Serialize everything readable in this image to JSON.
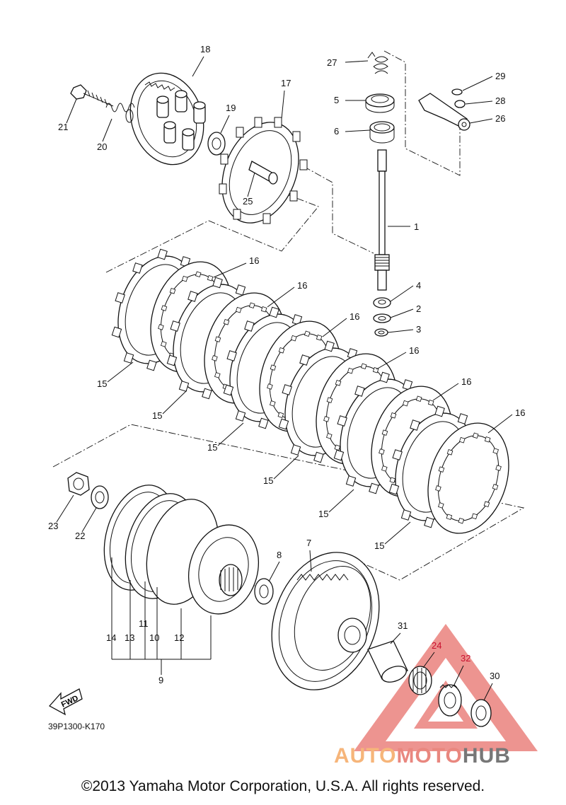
{
  "diagram": {
    "callouts": [
      {
        "id": "1",
        "text": "1"
      },
      {
        "id": "2",
        "text": "2"
      },
      {
        "id": "3",
        "text": "3"
      },
      {
        "id": "4",
        "text": "4"
      },
      {
        "id": "5",
        "text": "5"
      },
      {
        "id": "6",
        "text": "6"
      },
      {
        "id": "7",
        "text": "7"
      },
      {
        "id": "8",
        "text": "8"
      },
      {
        "id": "9",
        "text": "9"
      },
      {
        "id": "10",
        "text": "10"
      },
      {
        "id": "11",
        "text": "11"
      },
      {
        "id": "12",
        "text": "12"
      },
      {
        "id": "13",
        "text": "13"
      },
      {
        "id": "14",
        "text": "14"
      },
      {
        "id": "15",
        "text": "15"
      },
      {
        "id": "16",
        "text": "16"
      },
      {
        "id": "17",
        "text": "17"
      },
      {
        "id": "18",
        "text": "18"
      },
      {
        "id": "19",
        "text": "19"
      },
      {
        "id": "20",
        "text": "20"
      },
      {
        "id": "21",
        "text": "21"
      },
      {
        "id": "22",
        "text": "22"
      },
      {
        "id": "23",
        "text": "23"
      },
      {
        "id": "24",
        "text": "24"
      },
      {
        "id": "25",
        "text": "25"
      },
      {
        "id": "26",
        "text": "26"
      },
      {
        "id": "27",
        "text": "27"
      },
      {
        "id": "28",
        "text": "28"
      },
      {
        "id": "29",
        "text": "29"
      },
      {
        "id": "30",
        "text": "30"
      },
      {
        "id": "31",
        "text": "31"
      },
      {
        "id": "32",
        "text": "32"
      }
    ],
    "fwd_label": "FWD",
    "diagram_code": "39P1300-K170"
  },
  "watermark": {
    "part1": "AUTO",
    "part2": "MOTO",
    "part3": "HUB",
    "colors": {
      "triangle": "#e8716b",
      "auto": "#f6b57a",
      "moto": "#e9877f",
      "hub": "#777777"
    }
  },
  "footer": {
    "copyright": "©2013 Yamaha Motor Corporation, U.S.A. All rights reserved."
  }
}
